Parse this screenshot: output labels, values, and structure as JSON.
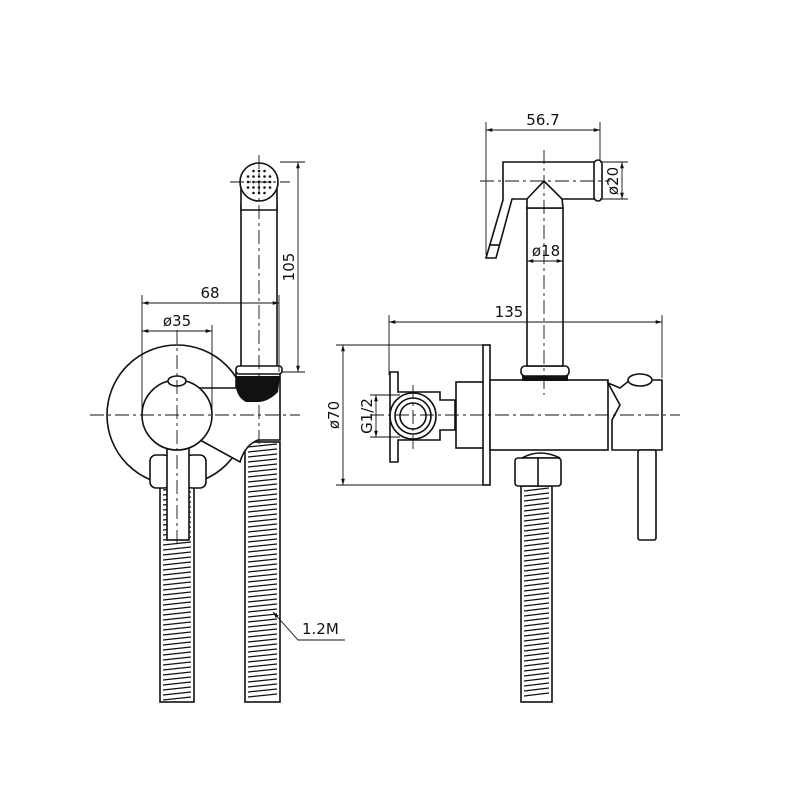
{
  "title": "Bidet sprayer with mixer technical drawing",
  "dimensions": {
    "spray_head_length": "56.7",
    "spray_head_diameter": "ø20",
    "handle_diameter": "ø18",
    "total_depth": "135",
    "handle_length": "105",
    "holder_offset": "68",
    "lever_diameter": "ø35",
    "plate_diameter": "ø70",
    "inlet_thread": "G1/2",
    "hose_length": "1.2M"
  }
}
